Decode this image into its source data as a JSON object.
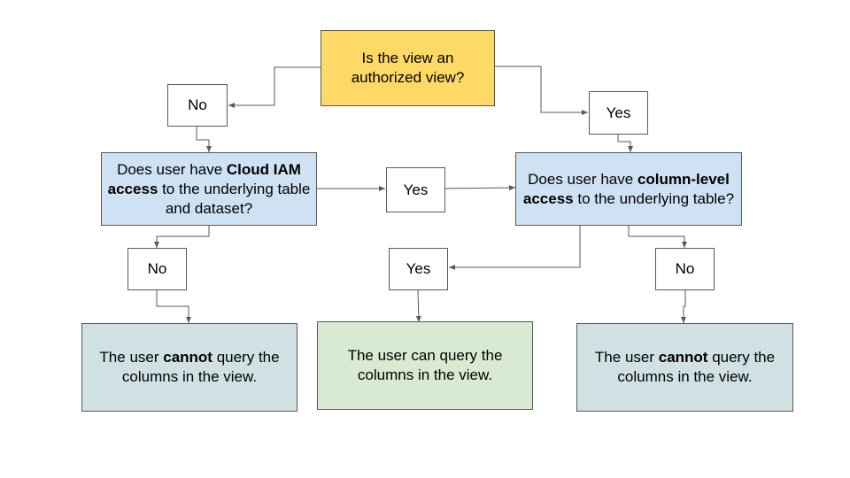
{
  "colors": {
    "question_top": "#ffd966",
    "question": "#cfe2f3",
    "deny": "#d0e0e3",
    "allow": "#d9ead3",
    "line": "#595959"
  },
  "nodes": {
    "q_authorized": {
      "text": "Is the view an authorized view?"
    },
    "q_iam": {
      "pre": "Does user have ",
      "bold": "Cloud IAM access",
      "post": " to the underlying table and dataset?"
    },
    "q_column": {
      "pre": "Does user have ",
      "bold": "column-level access",
      "post": " to the underlying table?"
    },
    "r_cannot_left": {
      "pre": "The user ",
      "bold": "cannot",
      "post": " query the columns in the view."
    },
    "r_can": {
      "text": "The user can query the columns in the view."
    },
    "r_cannot_right": {
      "pre": "The user ",
      "bold": "cannot",
      "post": " query the columns in the view."
    }
  },
  "labels": {
    "no_top": "No",
    "yes_top": "Yes",
    "yes_middle": "Yes",
    "no_left": "No",
    "yes_bottom": "Yes",
    "no_right": "No"
  }
}
